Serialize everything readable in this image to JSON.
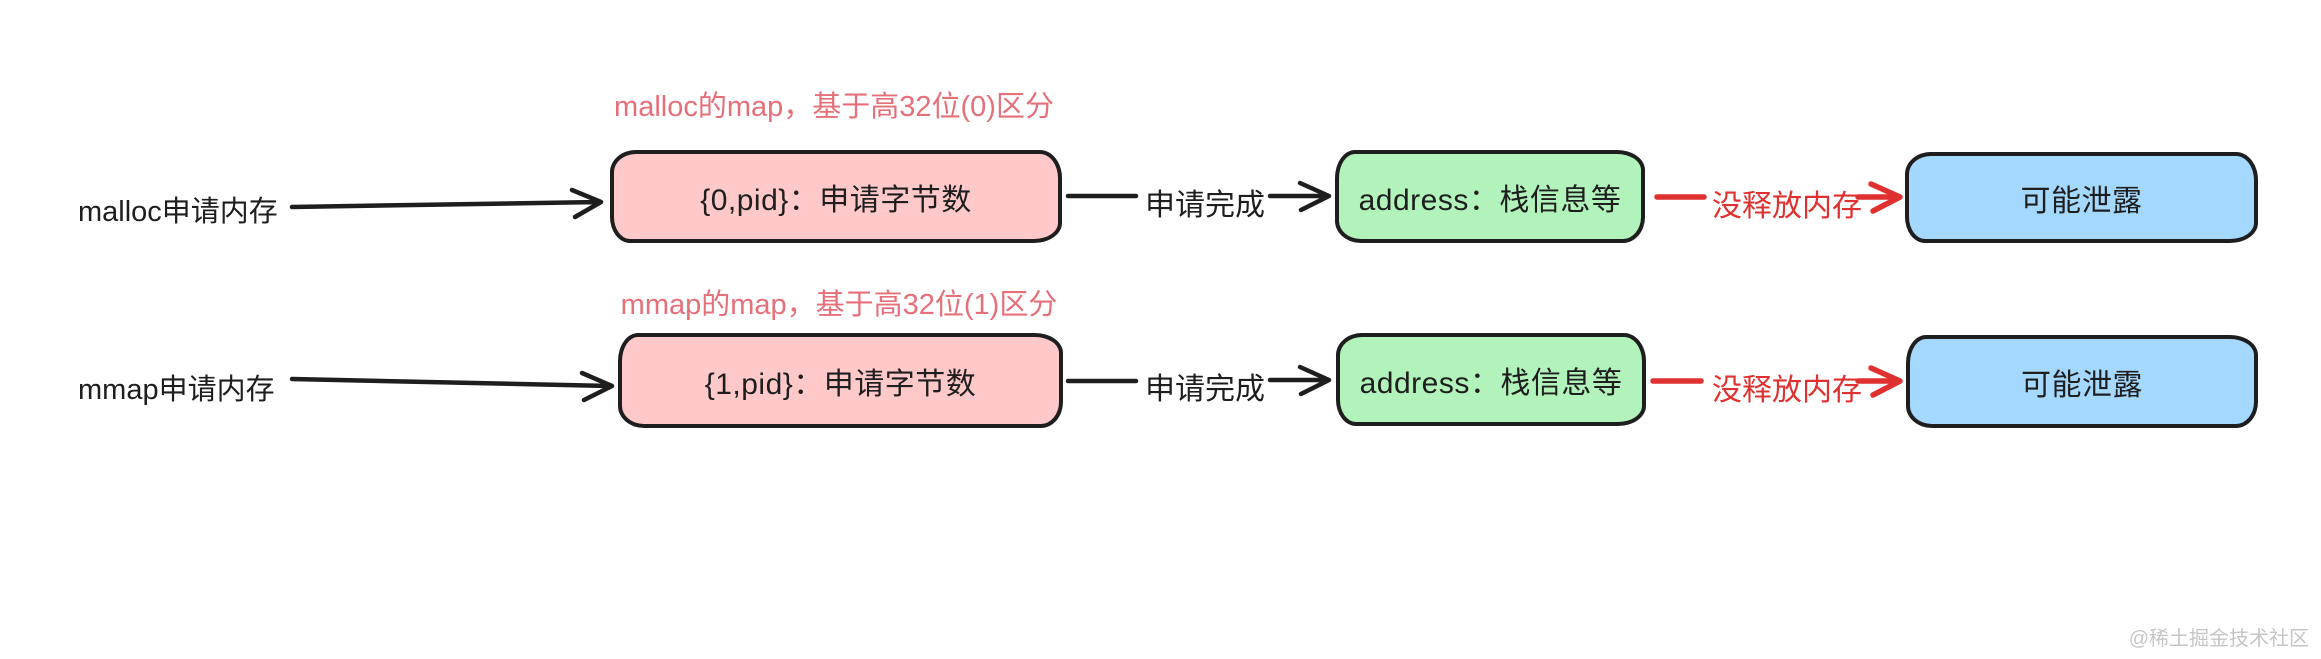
{
  "canvas": {
    "watermark": "@稀土掘金技术社区"
  },
  "colors": {
    "box-pink": "#ffc9c9",
    "box-green": "#b2f2bb",
    "box-blue": "#a5d8ff",
    "stroke-dark": "#1e1e1e",
    "text-dark": "#1e1e1e",
    "note-red": "#e5707a",
    "alert-red": "#e03131",
    "watermark-gray": "#c6c6c6"
  },
  "rows": [
    {
      "source_label": "malloc申请内存",
      "map_note": "malloc的map，基于高32位(0)区分",
      "map_box": "{0,pid}：申请字节数",
      "step_label": "申请完成",
      "address_box": "address：栈信息等",
      "leak_label": "没释放内存",
      "result_box": "可能泄露"
    },
    {
      "source_label": "mmap申请内存",
      "map_note": "mmap的map，基于高32位(1)区分",
      "map_box": "{1,pid}：申请字节数",
      "step_label": "申请完成",
      "address_box": "address：栈信息等",
      "leak_label": "没释放内存",
      "result_box": "可能泄露"
    }
  ]
}
